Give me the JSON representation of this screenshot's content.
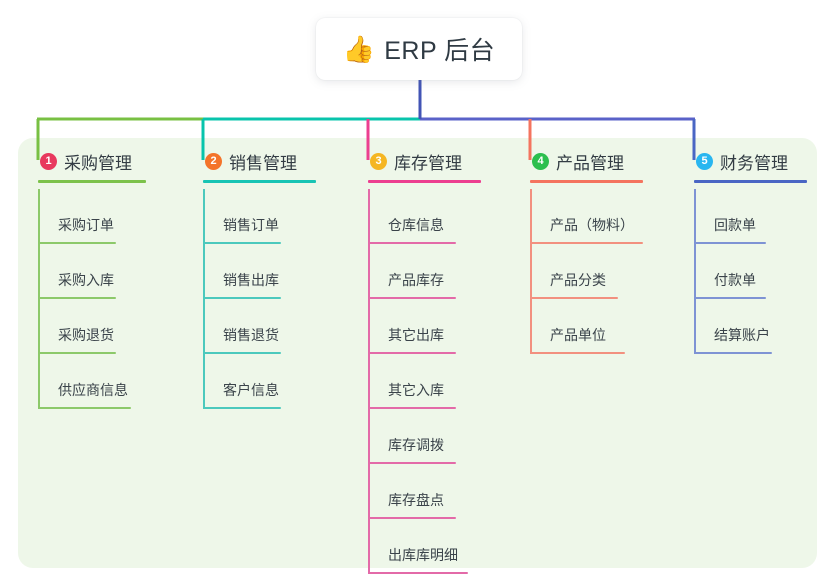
{
  "title": {
    "emoji": "👍",
    "emoji_name": "thumbs-up-icon",
    "text": "ERP 后台"
  },
  "theme": {
    "page_bg": "#ffffff",
    "panel_bg": "#eef7e9",
    "title_text": "#2f3a43",
    "item_text": "#3a434a",
    "stem": "#4254b5"
  },
  "connector_bar": {
    "segments": [
      {
        "name": "green-segment",
        "color": "#78c043"
      },
      {
        "name": "teal-segment",
        "color": "#08c4ac"
      },
      {
        "name": "indigo-segment",
        "color": "#5a62c8"
      }
    ]
  },
  "columns": [
    {
      "number": "1",
      "label": "采购管理",
      "badge_color": "#e8395e",
      "rule_color": "#7cc24b",
      "line_color": "#8cc96a",
      "drop_color": "#78c043",
      "head_rule_width": 108,
      "rule_width": 80,
      "items": [
        {
          "label": "采购订单",
          "rule_width": 78
        },
        {
          "label": "采购入库",
          "rule_width": 78
        },
        {
          "label": "采购退货",
          "rule_width": 78
        },
        {
          "label": "供应商信息",
          "rule_width": 93
        }
      ]
    },
    {
      "number": "2",
      "label": "销售管理",
      "badge_color": "#f4742a",
      "rule_color": "#18c4b4",
      "line_color": "#4cc9bd",
      "drop_color": "#08c4ac",
      "head_rule_width": 113,
      "rule_width": 80,
      "items": [
        {
          "label": "销售订单",
          "rule_width": 78
        },
        {
          "label": "销售出库",
          "rule_width": 78
        },
        {
          "label": "销售退货",
          "rule_width": 78
        },
        {
          "label": "客户信息",
          "rule_width": 78
        }
      ]
    },
    {
      "number": "3",
      "label": "库存管理",
      "badge_color": "#f5b622",
      "rule_color": "#ec3f90",
      "line_color": "#e36aa8",
      "drop_color": "#ec3f90",
      "head_rule_width": 113,
      "rule_width": 88,
      "items": [
        {
          "label": "仓库信息",
          "rule_width": 88
        },
        {
          "label": "产品库存",
          "rule_width": 88
        },
        {
          "label": "其它出库",
          "rule_width": 88
        },
        {
          "label": "其它入库",
          "rule_width": 88
        },
        {
          "label": "库存调拨",
          "rule_width": 88
        },
        {
          "label": "库存盘点",
          "rule_width": 88
        },
        {
          "label": "出库库明细",
          "rule_width": 100
        }
      ]
    },
    {
      "number": "4",
      "label": "产品管理",
      "badge_color": "#2cbf4e",
      "rule_color": "#f4745f",
      "line_color": "#f2907f",
      "drop_color": "#f4745f",
      "head_rule_width": 113,
      "rule_width": 95,
      "items": [
        {
          "label": "产品（物料）",
          "rule_width": 113
        },
        {
          "label": "产品分类",
          "rule_width": 88
        },
        {
          "label": "产品单位",
          "rule_width": 95
        }
      ]
    },
    {
      "number": "5",
      "label": "财务管理",
      "badge_color": "#29b6f0",
      "rule_color": "#4a66c4",
      "line_color": "#7e93d4",
      "drop_color": "#4a66c4",
      "head_rule_width": 113,
      "rule_width": 78,
      "items": [
        {
          "label": "回款单",
          "rule_width": 72
        },
        {
          "label": "付款单",
          "rule_width": 72
        },
        {
          "label": "结算账户",
          "rule_width": 78
        }
      ]
    }
  ]
}
